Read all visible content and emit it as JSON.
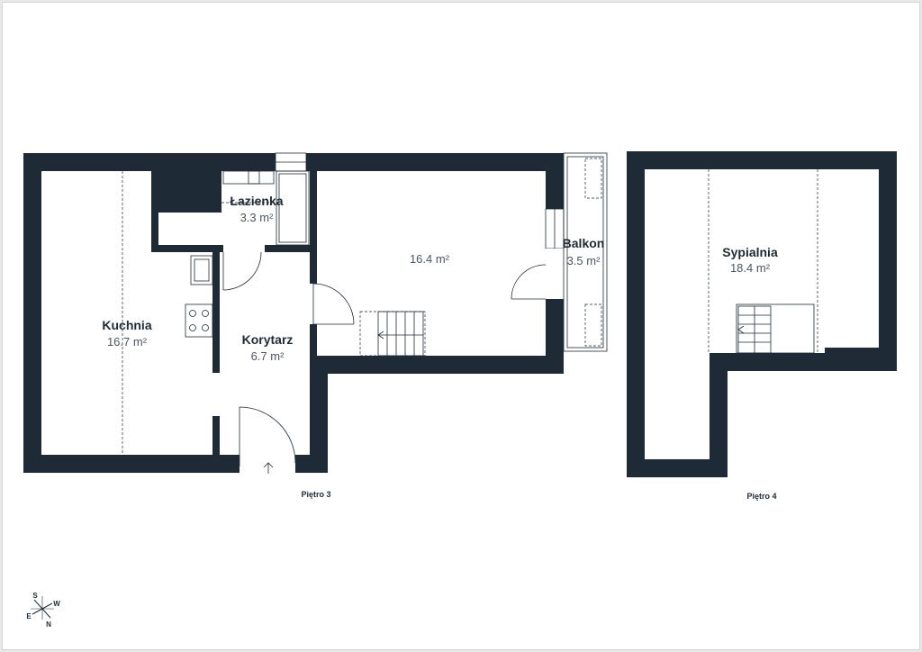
{
  "plan": {
    "colors": {
      "wall": "#1f2a37",
      "background": "#ffffff",
      "area_text": "#4b5563"
    },
    "floors": [
      {
        "label": "Piętro 3",
        "rooms": [
          {
            "name": "Łazienka",
            "area": "3.3 m²"
          },
          {
            "name": "",
            "area": "16.4 m²"
          },
          {
            "name": "Balkon",
            "area": "3.5 m²"
          },
          {
            "name": "Kuchnia",
            "area": "16.7 m²"
          },
          {
            "name": "Korytarz",
            "area": "6.7 m²"
          }
        ]
      },
      {
        "label": "Piętro 4",
        "rooms": [
          {
            "name": "Sypialnia",
            "area": "18.4 m²"
          }
        ]
      }
    ],
    "compass": {
      "n": "N",
      "s": "S",
      "e": "E",
      "w": "W"
    }
  }
}
